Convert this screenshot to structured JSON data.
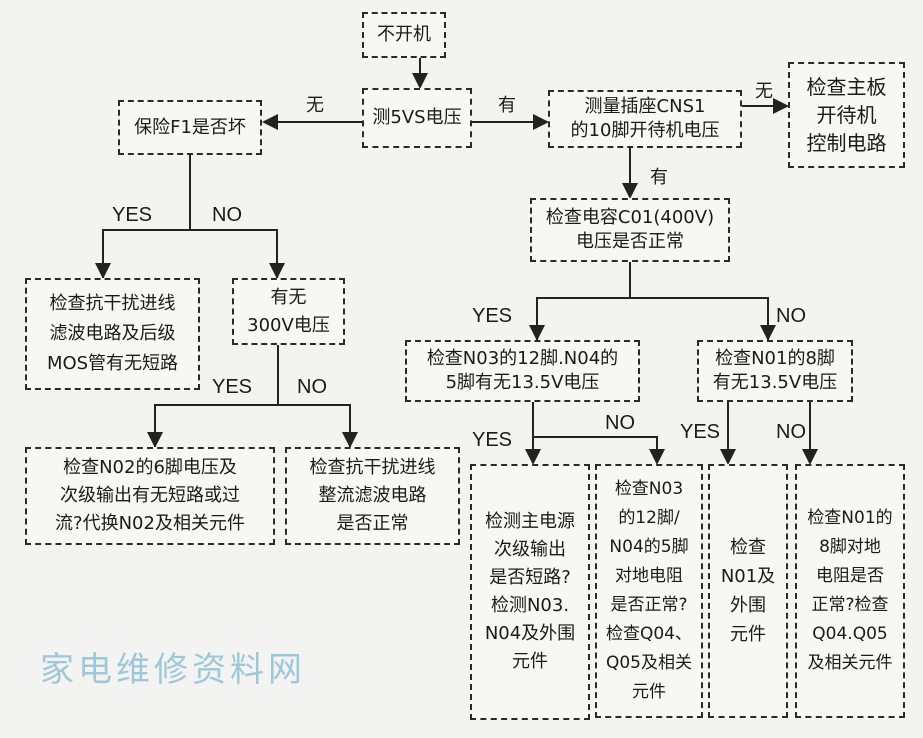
{
  "nodes": {
    "start": [
      "不开机"
    ],
    "measure_5vs": [
      "测5VS电压"
    ],
    "fuse_check": [
      "保险F1是否坏"
    ],
    "cns1_check": [
      "测量插座CNS1",
      "的10脚开待机电压"
    ],
    "mainboard_check": [
      "检查主板",
      "开待机",
      "控制电路"
    ],
    "c01_check": [
      "检查电容C01(400V)",
      "电压是否正常"
    ],
    "filter_mos_check": [
      "检查抗干扰进线",
      "滤波电路及后级",
      "MOS管有无短路"
    ],
    "v300_check": [
      "有无",
      "300V电压"
    ],
    "n03_n04_check": [
      "检查N03的12脚.N04的",
      "5脚有无13.5V电压"
    ],
    "n01_check": [
      "检查N01的8脚",
      "有无13.5V电压"
    ],
    "n02_check": [
      "检查N02的6脚电压及",
      "次级输出有无短路或过",
      "流?代换N02及相关元件"
    ],
    "rectifier_check": [
      "检查抗干扰进线",
      "整流滤波电路",
      "是否正常"
    ],
    "secondary_check": [
      "检测主电源",
      "次级输出",
      "是否短路?",
      "检测N03.",
      "N04及外围",
      "元件"
    ],
    "n03_resistance_check": [
      "检查N03",
      "的12脚/",
      "N04的5脚",
      "对地电阻",
      "是否正常?",
      "检查Q04、",
      "Q05及相关",
      "元件"
    ],
    "n01_periph_check": [
      "检查",
      "N01及",
      "外围",
      "元件"
    ],
    "n01_resistance_check": [
      "检查N01的",
      "8脚对地",
      "电阻是否",
      "正常?检查",
      "Q04.Q05",
      "及相关元件"
    ]
  },
  "edge_labels": {
    "none": "无",
    "has": "有",
    "yes": "YES",
    "no": "NO"
  },
  "watermark": "家电维修资料网"
}
